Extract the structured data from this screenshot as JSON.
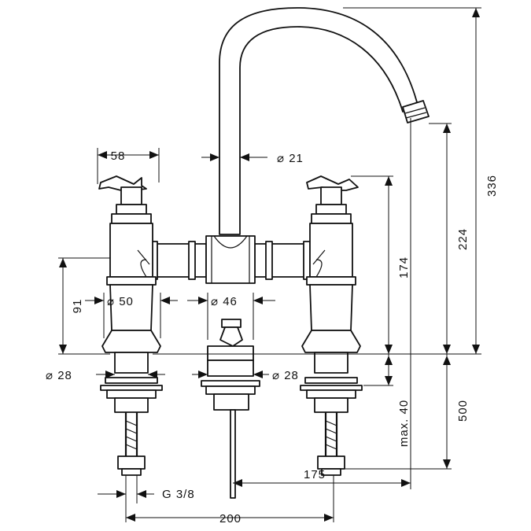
{
  "dimensions": {
    "handle_width": "58",
    "spout_diameter": "⌀ 21",
    "height_336": "336",
    "height_224": "224",
    "height_174": "174",
    "height_91": "91",
    "body_diameter": "⌀ 50",
    "drain_diameter": "⌀ 46",
    "shank_left": "⌀ 28",
    "shank_right": "⌀ 28",
    "max_deck": "max. 40",
    "length_500": "500",
    "reach_175": "175",
    "thread": "G 3/8",
    "spacing_200": "200"
  }
}
